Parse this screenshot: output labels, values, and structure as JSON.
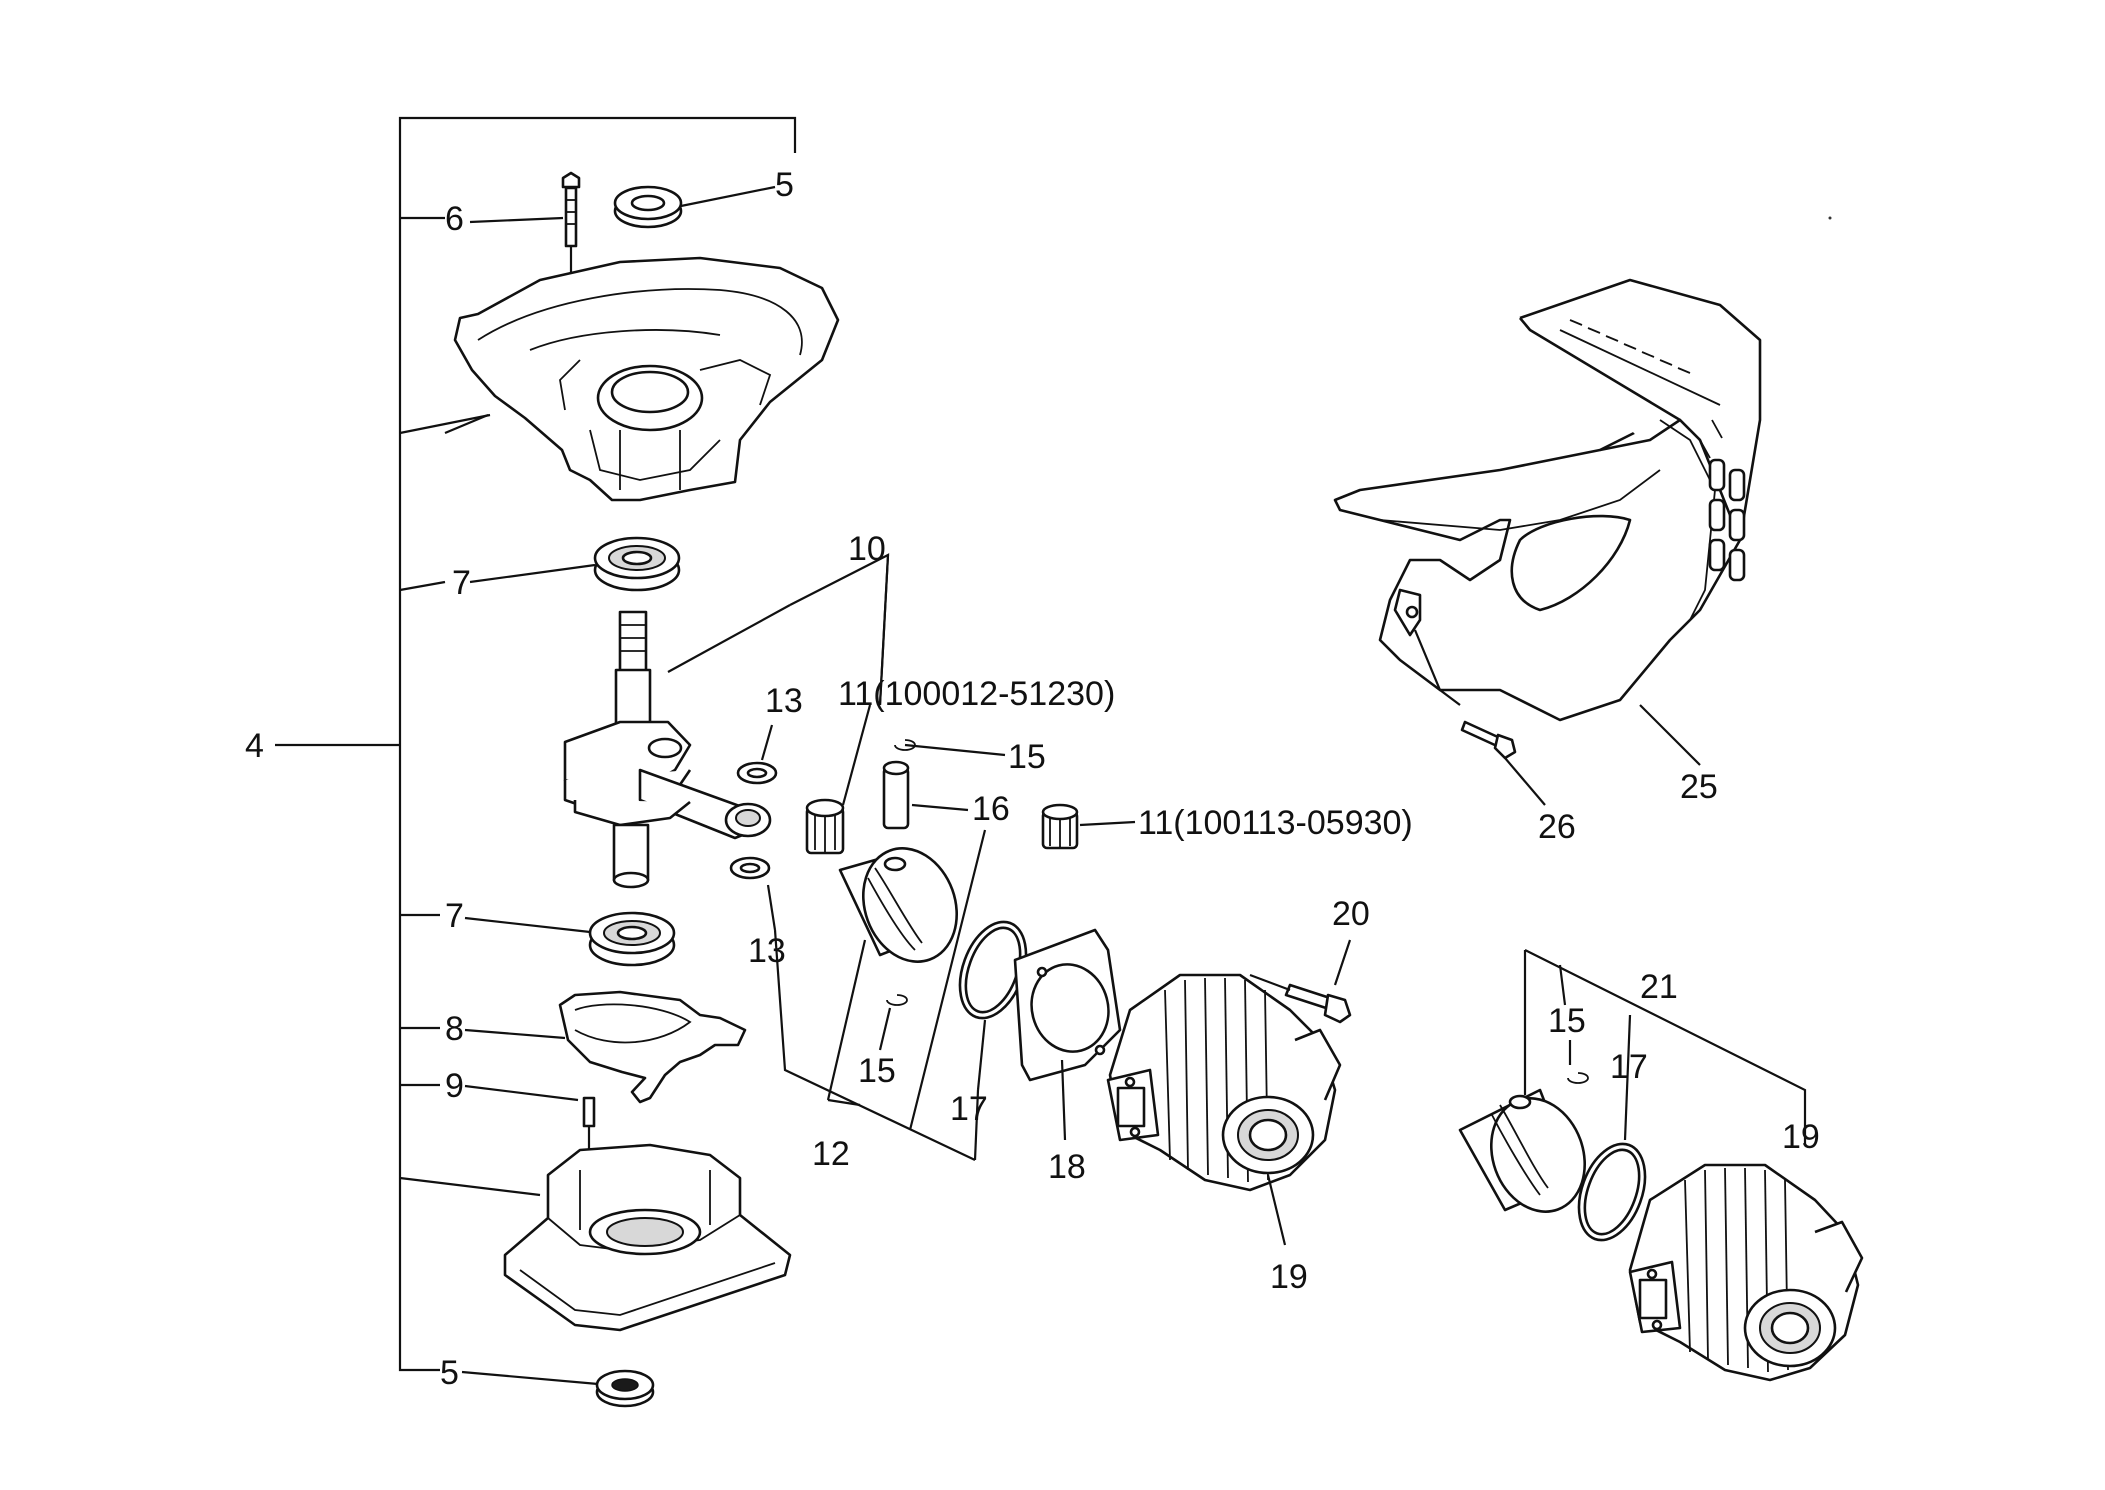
{
  "callouts": [
    {
      "id": "c4",
      "text": "4"
    },
    {
      "id": "c5a",
      "text": "5"
    },
    {
      "id": "c5b",
      "text": "5"
    },
    {
      "id": "c6",
      "text": "6"
    },
    {
      "id": "c7a",
      "text": "7"
    },
    {
      "id": "c7b",
      "text": "7"
    },
    {
      "id": "c8",
      "text": "8"
    },
    {
      "id": "c9",
      "text": "9"
    },
    {
      "id": "c10",
      "text": "10"
    },
    {
      "id": "c11a",
      "text": "11(100012-51230)"
    },
    {
      "id": "c11b",
      "text": "11(100113-05930)"
    },
    {
      "id": "c12",
      "text": "12"
    },
    {
      "id": "c13a",
      "text": "13"
    },
    {
      "id": "c13b",
      "text": "13"
    },
    {
      "id": "c15a",
      "text": "15"
    },
    {
      "id": "c15b",
      "text": "15"
    },
    {
      "id": "c15c",
      "text": "15"
    },
    {
      "id": "c16",
      "text": "16"
    },
    {
      "id": "c17a",
      "text": "17"
    },
    {
      "id": "c17b",
      "text": "17"
    },
    {
      "id": "c18",
      "text": "18"
    },
    {
      "id": "c19a",
      "text": "19"
    },
    {
      "id": "c19b",
      "text": "19"
    },
    {
      "id": "c20",
      "text": "20"
    },
    {
      "id": "c21",
      "text": "21"
    },
    {
      "id": "c25",
      "text": "25"
    },
    {
      "id": "c26",
      "text": "26"
    }
  ]
}
